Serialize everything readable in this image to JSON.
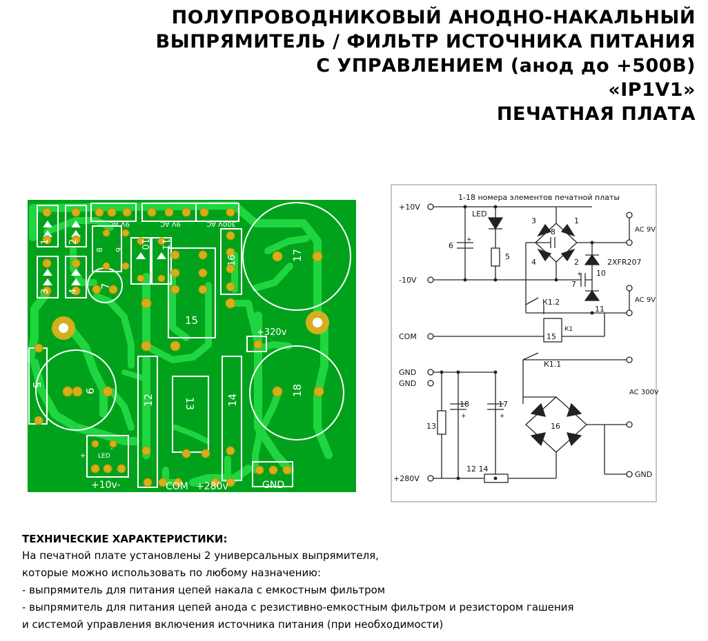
{
  "title": {
    "line1": "ПОЛУПРОВОДНИКОВЫЙ АНОДНО-НАКАЛЬНЫЙ",
    "line2": "ВЫПРЯМИТЕЛЬ / ФИЛЬТР ИСТОЧНИКА ПИТАНИЯ",
    "line3": "С УПРАВЛЕНИЕМ (анод до +500В)",
    "line4": "«IP1V1»",
    "line5": "ПЕЧАТНАЯ ПЛАТА"
  },
  "pcb": {
    "colors": {
      "board": "#00a21c",
      "trace": "#1fd640",
      "pad": "#d4af1c",
      "silk": "#ffffff"
    },
    "labels": {
      "d1": "1",
      "d2": "2",
      "d3": "3",
      "d4": "4",
      "r5": "5",
      "c6": "6",
      "c7": "7",
      "c8": "8",
      "d9": "9",
      "d10": "10",
      "d11": "11",
      "c12": "12",
      "r13": "13",
      "c14": "14",
      "k15": "15",
      "b16": "16",
      "c17": "17",
      "c18": "18",
      "ac9_a": "9V AC",
      "ac9_b": "9V AC",
      "ac300": "300V AC",
      "v320": "+320v",
      "led": "LED",
      "plus": "+",
      "minus": "-",
      "t10v": "+10v-",
      "tcom": "COM",
      "t280": "+280v",
      "tgnd": "GND"
    }
  },
  "schematic": {
    "caption": "1-18 номера элементов печатной платы",
    "terms": {
      "p10": "+10V",
      "m10": "-10V",
      "com": "COM",
      "gnd1": "GND",
      "gnd2": "GND",
      "p280": "+280V",
      "ac9a": "AC 9V",
      "ac9b": "AC 9V",
      "ac300": "AC 300V",
      "gnd_out": "GND"
    },
    "parts": {
      "led": "LED",
      "n1": "1",
      "n2": "2",
      "n3": "3",
      "n4": "4",
      "n5": "5",
      "n6": "6",
      "n7": "7",
      "n8": "8",
      "n10": "10",
      "n11": "11",
      "n13": "13",
      "n16": "16",
      "n17": "17",
      "n18": "18",
      "n1214": "12 14",
      "k12": "К1.2",
      "k11": "К1.1",
      "k1": "К1",
      "n15": "15",
      "part": "2XFR207",
      "plus1": "+",
      "plus2": "+",
      "plus3": "+",
      "plus4": "+"
    }
  },
  "specs": {
    "heading": "ТЕХНИЧЕСКИЕ ХАРАКТЕРИСТИКИ:",
    "lines": [
      "На печатной плате установлены 2 универсальных выпрямителя,",
      "которые можно использовать по любому назначению:",
      "- выпрямитель для питания цепей накала с емкостным фильтром",
      "- выпрямитель для питания цепей анода с резистивно-емкостным фильтром и резистором гашения",
      "и системой управления включения источника питания (при необходимости)"
    ]
  }
}
